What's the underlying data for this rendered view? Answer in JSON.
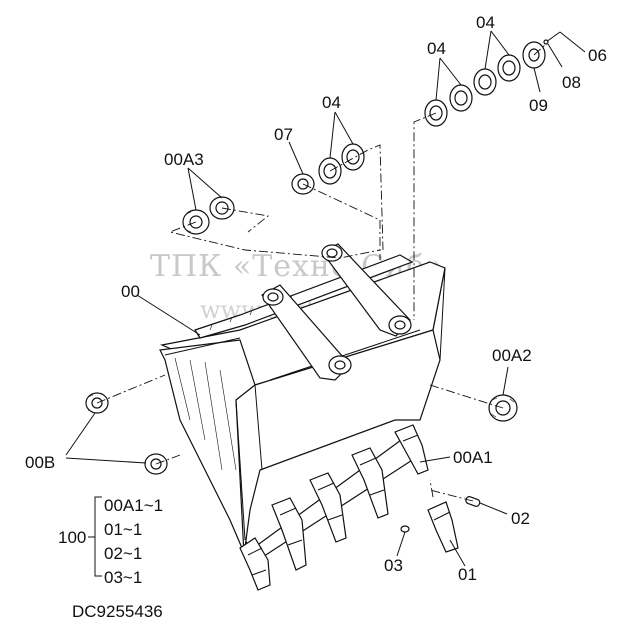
{
  "watermark": {
    "line1": "ТПК «Техно-Сиб»",
    "line2": "www.tpkts.ru"
  },
  "labels": {
    "p00": "00",
    "p00A1": "00A1",
    "p00A2": "00A2",
    "p00A3": "00A3",
    "p00B": "00B",
    "p01": "01",
    "p02": "02",
    "p03": "03",
    "p04a": "04",
    "p04b": "04",
    "p04c": "04",
    "p06": "06",
    "p07": "07",
    "p08": "08",
    "p09": "09"
  },
  "kit": {
    "number": "100",
    "items": [
      "00A1~1",
      "01~1",
      "02~1",
      "03~1"
    ]
  },
  "drawing_code": "DC9255436"
}
